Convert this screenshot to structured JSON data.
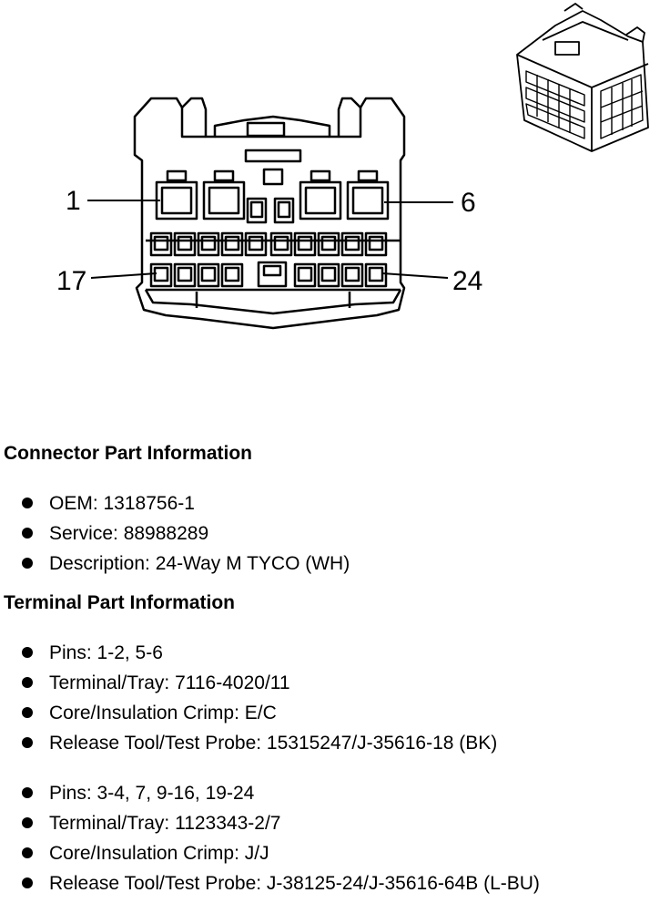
{
  "diagram": {
    "pin_callouts": [
      "1",
      "6",
      "17",
      "24"
    ]
  },
  "connector_part_info": {
    "heading": "Connector Part Information",
    "items": [
      "OEM: 1318756-1",
      "Service: 88988289",
      "Description: 24-Way M TYCO (WH)"
    ]
  },
  "terminal_part_info": {
    "heading": "Terminal Part Information",
    "groups": [
      {
        "items": [
          "Pins: 1-2, 5-6",
          "Terminal/Tray: 7116-4020/11",
          "Core/Insulation Crimp: E/C",
          "Release Tool/Test Probe: 15315247/J-35616-18 (BK)"
        ]
      },
      {
        "items": [
          "Pins: 3-4, 7, 9-16, 19-24",
          "Terminal/Tray: 1123343-2/7",
          "Core/Insulation Crimp: J/J",
          "Release Tool/Test Probe: J-38125-24/J-35616-64B (L-BU)"
        ]
      }
    ]
  }
}
